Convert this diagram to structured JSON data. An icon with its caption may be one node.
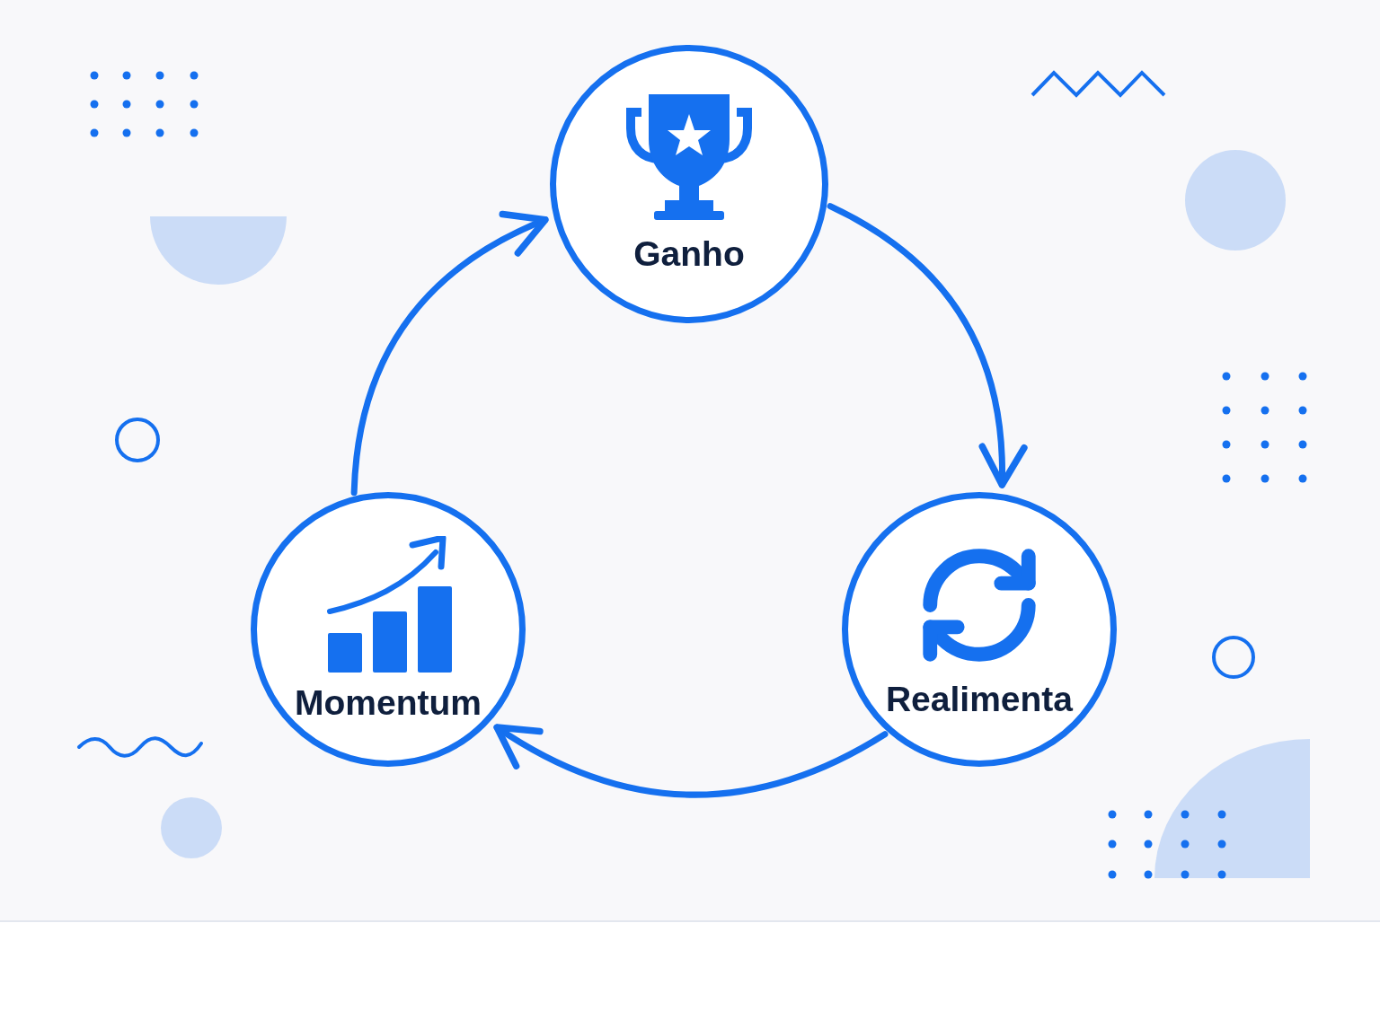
{
  "diagram": {
    "nodes": [
      {
        "text": [
          "Ganho"
        ]
      },
      {
        "text": [
          "Realimenta"
        ]
      },
      {
        "text": [
          "Momentum"
        ]
      }
    ],
    "edges": [
      {
        "from": 0,
        "to": 1,
        "arrow": "to"
      },
      {
        "from": 1,
        "to": 2,
        "arrow": "to"
      },
      {
        "from": 2,
        "to": 0,
        "arrow": "to"
      }
    ]
  }
}
